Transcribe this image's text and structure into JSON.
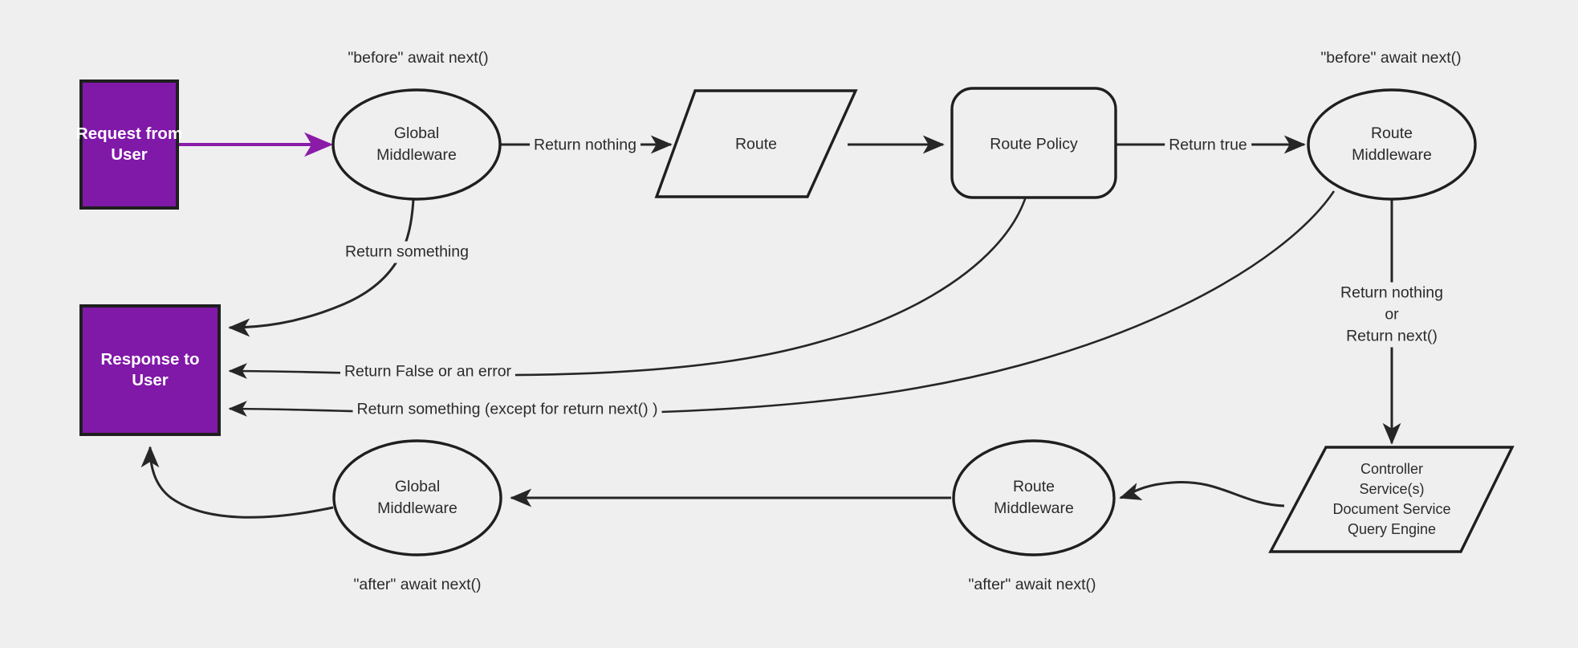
{
  "diagram": {
    "title": "Request lifecycle middleware flow",
    "background_color": "#efefef",
    "accent_color": "#8018a8",
    "stroke_color": "#262626",
    "nodes": {
      "request_from_user": {
        "label_line1": "Request from",
        "label_line2": "User",
        "shape": "rectangle",
        "fill": "#8018a8"
      },
      "global_middleware_top": {
        "label_line1": "Global",
        "label_line2": "Middleware",
        "shape": "ellipse"
      },
      "route": {
        "label": "Route",
        "shape": "parallelogram"
      },
      "route_policy": {
        "label": "Route Policy",
        "shape": "rounded-rectangle"
      },
      "route_middleware_top": {
        "label_line1": "Route",
        "label_line2": "Middleware",
        "shape": "ellipse"
      },
      "controller": {
        "label_line1": "Controller",
        "label_line2": "Service(s)",
        "label_line3": "Document Service",
        "label_line4": "Query Engine",
        "shape": "parallelogram"
      },
      "route_middleware_bottom": {
        "label_line1": "Route",
        "label_line2": "Middleware",
        "shape": "ellipse"
      },
      "global_middleware_bottom": {
        "label_line1": "Global",
        "label_line2": "Middleware",
        "shape": "ellipse"
      },
      "response_to_user": {
        "label_line1": "Response to",
        "label_line2": "User",
        "shape": "rectangle",
        "fill": "#8018a8"
      }
    },
    "captions": {
      "before_await_next_left": "\"before\" await next()",
      "before_await_next_right": "\"before\" await next()",
      "after_await_next_left": "\"after\" await next()",
      "after_await_next_right": "\"after\" await next()"
    },
    "edge_labels": {
      "return_nothing": "Return nothing",
      "return_true": "Return true",
      "return_something": "Return something",
      "return_false_or_error": "Return False or an error",
      "return_something_except_next": "Return something (except for return next() )",
      "return_nothing_or_next_line1": "Return nothing",
      "return_nothing_or_next_line2": "or",
      "return_nothing_or_next_line3": "Return next()"
    },
    "edges": [
      {
        "from": "request_from_user",
        "to": "global_middleware_top",
        "label": "",
        "color": "#8a1ca8"
      },
      {
        "from": "global_middleware_top",
        "to": "route",
        "label": "Return nothing",
        "color": "#262626"
      },
      {
        "from": "route",
        "to": "route_policy",
        "label": "",
        "color": "#262626"
      },
      {
        "from": "route_policy",
        "to": "route_middleware_top",
        "label": "Return true",
        "color": "#262626"
      },
      {
        "from": "global_middleware_top",
        "to": "response_to_user",
        "label": "Return something",
        "color": "#262626"
      },
      {
        "from": "route_policy",
        "to": "response_to_user",
        "label": "Return False or an error",
        "color": "#262626"
      },
      {
        "from": "route_middleware_top",
        "to": "response_to_user",
        "label": "Return something (except for return next() )",
        "color": "#262626"
      },
      {
        "from": "route_middleware_top",
        "to": "controller",
        "label": "Return nothing or Return next()",
        "color": "#262626"
      },
      {
        "from": "controller",
        "to": "route_middleware_bottom",
        "label": "",
        "color": "#262626"
      },
      {
        "from": "route_middleware_bottom",
        "to": "global_middleware_bottom",
        "label": "",
        "color": "#262626"
      },
      {
        "from": "global_middleware_bottom",
        "to": "response_to_user",
        "label": "",
        "color": "#262626"
      }
    ]
  }
}
